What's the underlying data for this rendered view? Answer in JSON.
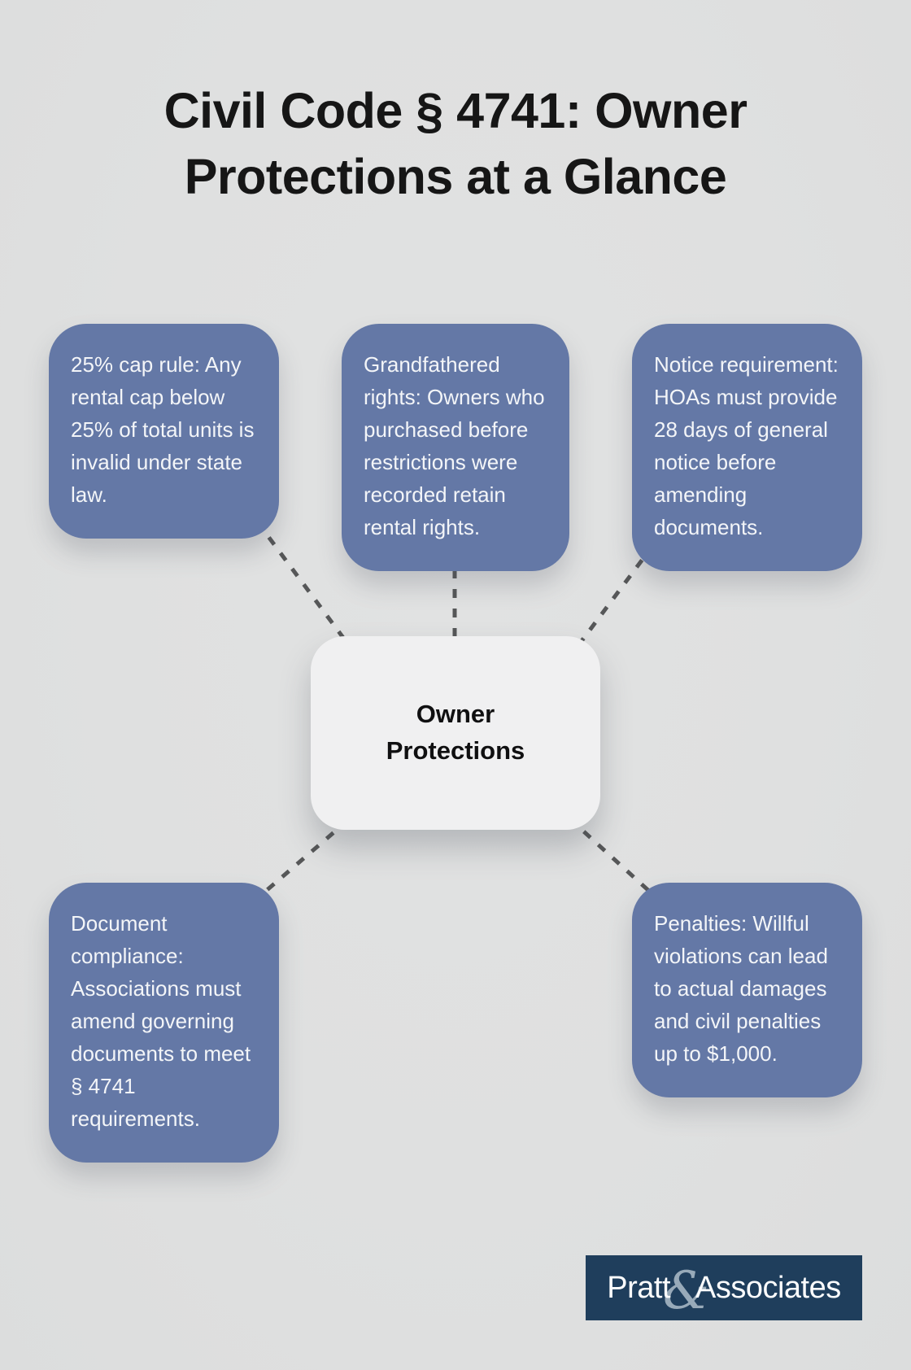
{
  "title": "Civil Code § 4741: Owner Protections at a Glance",
  "center": {
    "label": "Owner Protections"
  },
  "nodes": [
    {
      "id": "cap-rule",
      "text": "25% cap rule: Any rental cap below 25% of total units is invalid under state law."
    },
    {
      "id": "grandfathered-rights",
      "text": "Grandfathered rights: Owners who purchased before restrictions were recorded retain rental rights."
    },
    {
      "id": "notice-requirement",
      "text": "Notice requirement: HOAs must provide 28 days of general notice before amending documents."
    },
    {
      "id": "document-compliance",
      "text": "Document compliance: Associations must amend governing documents to meet § 4741 requirements."
    },
    {
      "id": "penalties",
      "text": "Penalties: Willful violations can lead to actual damages and civil penalties up to $1,000."
    }
  ],
  "logo": {
    "name_left": "Pratt",
    "ampersand": "&",
    "name_right": "Associates"
  },
  "colors": {
    "bg": "#dfe0e0",
    "accent_blue": "#6478a6",
    "box_text": "#f3f5f8",
    "title_color": "#161616",
    "node_bg": "#f0f0f1",
    "node_text": "#101011",
    "dash": "#565758",
    "logo_bg": "#1f3e5c",
    "logo_text": "#fbfcfd",
    "amp": "#aebdca"
  }
}
